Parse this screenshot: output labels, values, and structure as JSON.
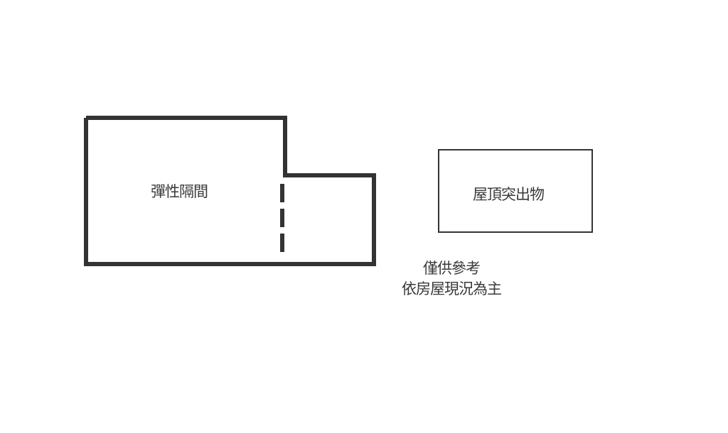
{
  "diagram": {
    "type": "floor-plan",
    "rooms": [
      {
        "id": "flexible-partition",
        "label": "彈性隔間",
        "shape": "L-shaped outline",
        "stroke": "#333333"
      },
      {
        "id": "rooftop-structure",
        "label": "屋頂突出物",
        "shape": "rectangle",
        "stroke": "#333333"
      }
    ],
    "note": {
      "line1": "僅供參考",
      "line2": "依房屋現況為主"
    },
    "colors": {
      "background": "#ffffff",
      "line": "#333333",
      "text": "#3a3a3a"
    }
  }
}
